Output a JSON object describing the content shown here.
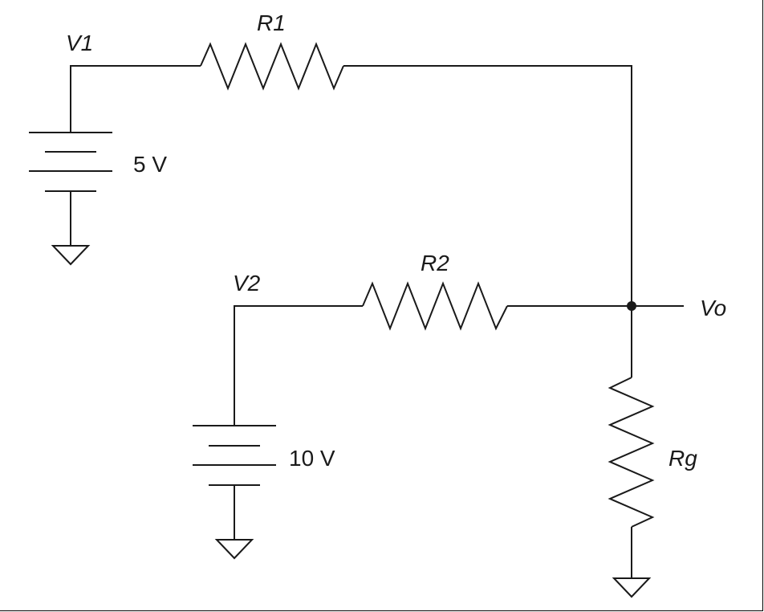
{
  "diagram": {
    "nodes": {
      "v1": "V1",
      "v2": "V2",
      "vo": "Vo"
    },
    "resistors": {
      "r1": "R1",
      "r2": "R2",
      "rg": "Rg"
    },
    "sources": {
      "source1_value": "5 V",
      "source2_value": "10 V"
    },
    "colors": {
      "line": "#1a1a1a",
      "background": "#ffffff"
    }
  }
}
